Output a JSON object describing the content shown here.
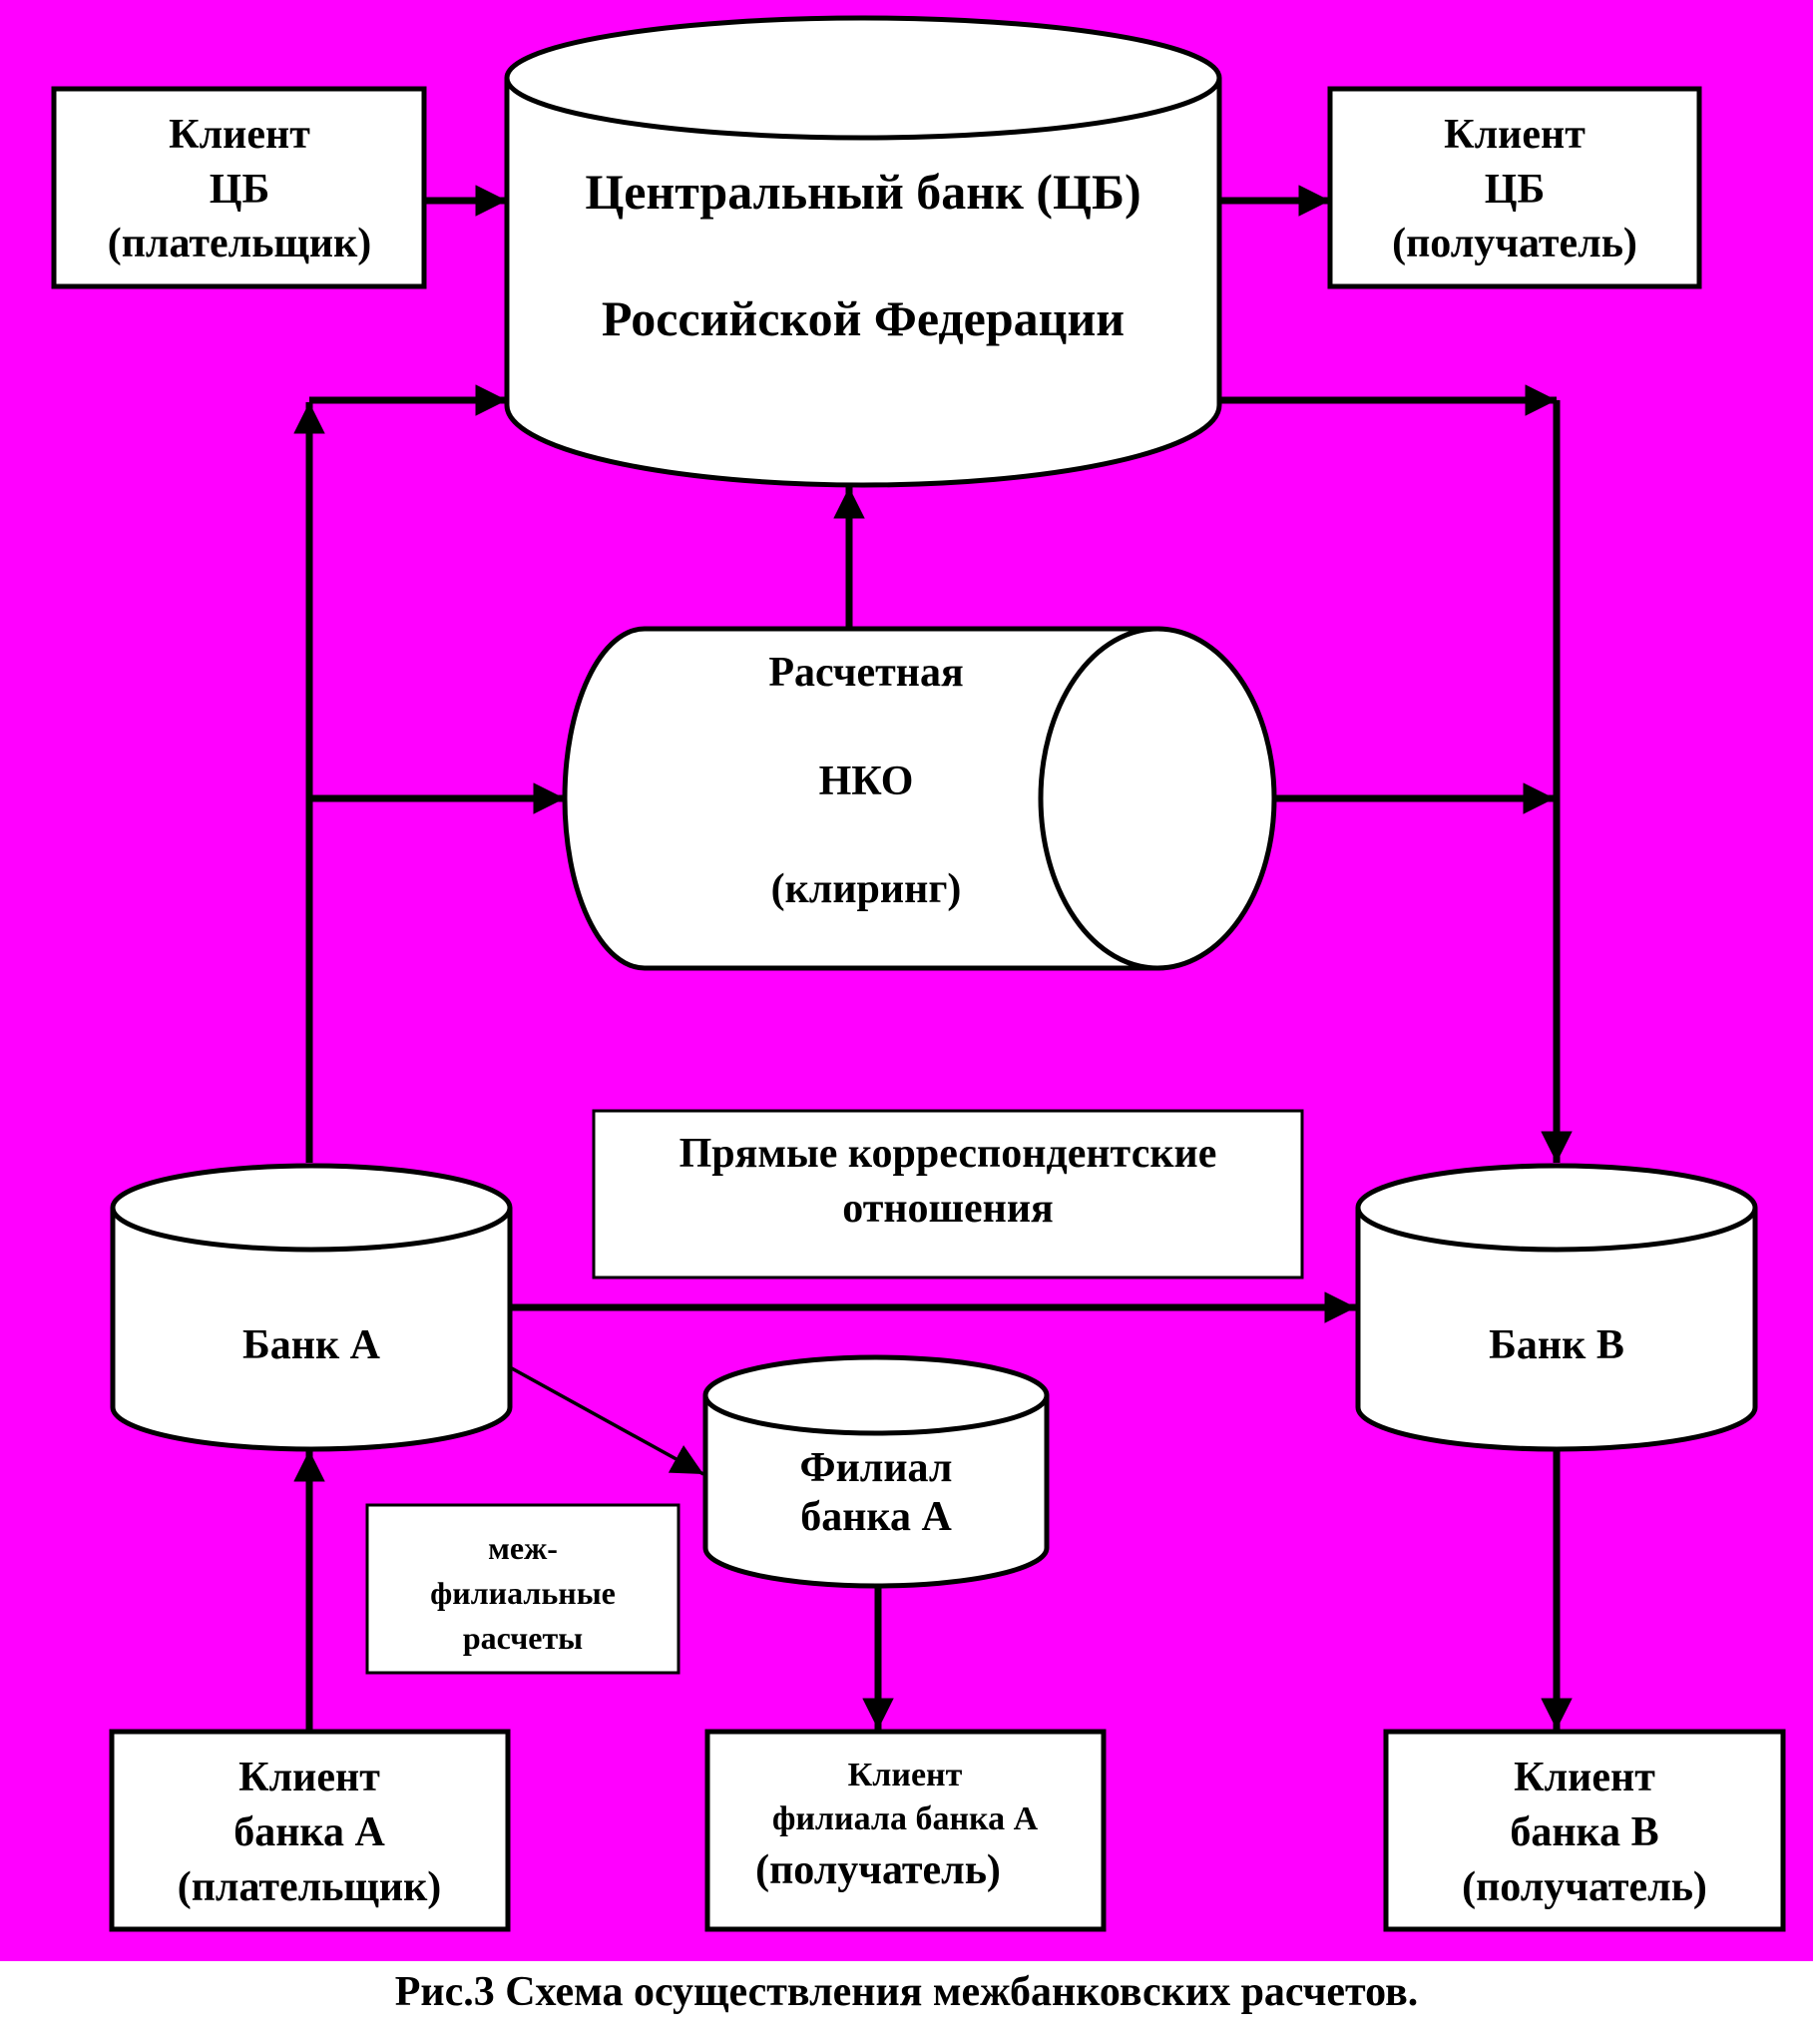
{
  "colors": {
    "background": "#ff00ff",
    "shape_fill": "#ffffff",
    "line": "#000000"
  },
  "central_bank": {
    "line1": "Центральный банк (ЦБ)",
    "line2": "Российской Федерации"
  },
  "client_cb_payer": {
    "line1": "Клиент",
    "line2": "ЦБ",
    "line3": "(плательщик)"
  },
  "client_cb_receiver": {
    "line1": "Клиент",
    "line2": "ЦБ",
    "line3": "(получатель)"
  },
  "nko": {
    "line1": "Расчетная",
    "line2": "НКО",
    "line3": "(клиринг)"
  },
  "direct_relations": {
    "line1": "Прямые корреспондентские",
    "line2": "отношения"
  },
  "bank_a": {
    "label": "Банк А"
  },
  "bank_b": {
    "label": "Банк В"
  },
  "branch_a": {
    "line1": "Филиал",
    "line2": "банка А"
  },
  "interbranch": {
    "line1": "меж-",
    "line2": "филиальные",
    "line3": "расчеты"
  },
  "client_bank_a": {
    "line1": "Клиент",
    "line2": "банка А",
    "line3": "(плательщик)"
  },
  "client_branch_a": {
    "line1": "Клиент",
    "line2": "филиала банка А",
    "line3": "(получатель)"
  },
  "client_bank_b": {
    "line1": "Клиент",
    "line2": "банка В",
    "line3": "(получатель)"
  },
  "caption": "Рис.3 Схема осуществления межбанковских расчетов."
}
